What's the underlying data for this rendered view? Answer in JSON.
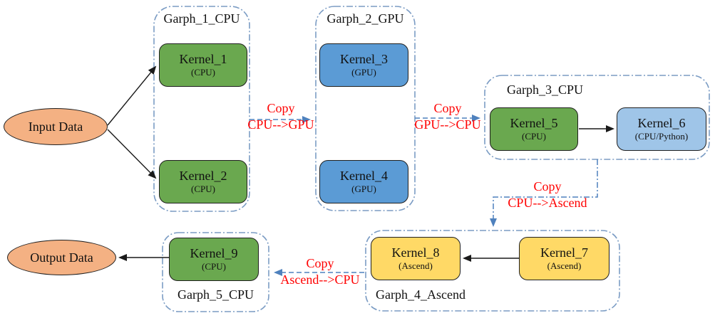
{
  "nodes": {
    "input": "Input Data",
    "output": "Output Data"
  },
  "groups": [
    {
      "label": "Garph_1_CPU"
    },
    {
      "label": "Garph_2_GPU"
    },
    {
      "label": "Garph_3_CPU"
    },
    {
      "label": "Garph_4_Ascend"
    },
    {
      "label": "Garph_5_CPU"
    }
  ],
  "kernels": [
    {
      "name": "Kernel_1",
      "device": "(CPU)"
    },
    {
      "name": "Kernel_2",
      "device": "(CPU)"
    },
    {
      "name": "Kernel_3",
      "device": "(GPU)"
    },
    {
      "name": "Kernel_4",
      "device": "(GPU)"
    },
    {
      "name": "Kernel_5",
      "device": "(CPU)"
    },
    {
      "name": "Kernel_6",
      "device": "(CPU/Python)"
    },
    {
      "name": "Kernel_7",
      "device": "(Ascend)"
    },
    {
      "name": "Kernel_8",
      "device": "(Ascend)"
    },
    {
      "name": "Kernel_9",
      "device": "(CPU)"
    }
  ],
  "copies": [
    {
      "action": "Copy",
      "route": "CPU-->GPU"
    },
    {
      "action": "Copy",
      "route": "GPU-->CPU"
    },
    {
      "action": "Copy",
      "route": "CPU-->Ascend"
    },
    {
      "action": "Copy",
      "route": "Ascend-->CPU"
    }
  ],
  "colors": {
    "cpu_kernel": "#6aa84f",
    "gpu_kernel": "#5b9bd5",
    "cpu_python_kernel": "#9fc5e8",
    "ascend_kernel": "#ffd966",
    "data_node": "#f4b183",
    "copy_text": "#ff0000",
    "group_border": "#7b9cc4",
    "copy_arrow": "#4f81bd"
  }
}
